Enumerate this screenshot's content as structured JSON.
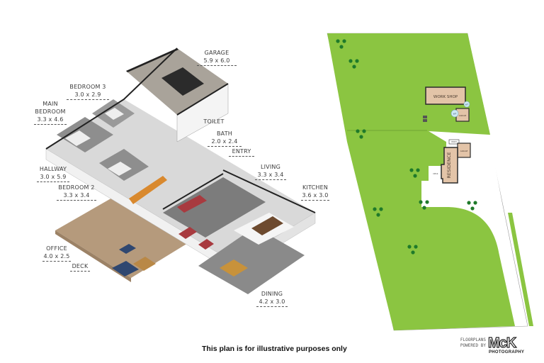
{
  "floorplan": {
    "rooms": [
      {
        "name": "GARAGE",
        "size": "5.9 x 6.0"
      },
      {
        "name": "BEDROOM 3",
        "size": "3.0 x 2.9"
      },
      {
        "name": "MAIN BEDROOM",
        "size": "3.3 x 4.6"
      },
      {
        "name": "TOILET",
        "size": ""
      },
      {
        "name": "BATH",
        "size": "2.0 x 2.4"
      },
      {
        "name": "ENTRY",
        "size": ""
      },
      {
        "name": "HALLWAY",
        "size": "3.0 x 5.9"
      },
      {
        "name": "LIVING",
        "size": "3.3 x 3.4"
      },
      {
        "name": "BEDROOM 2",
        "size": "3.3 x 3.4"
      },
      {
        "name": "KITCHEN",
        "size": "3.6 x 3.0"
      },
      {
        "name": "OFFICE",
        "size": "4.0 x 2.5"
      },
      {
        "name": "DECK",
        "size": ""
      },
      {
        "name": "DINING",
        "size": "4.2 x 3.0"
      }
    ]
  },
  "site_plan": {
    "buildings": [
      {
        "name": "WORK SHOP"
      },
      {
        "name": "GARAGE",
        "id": "shed-garage"
      },
      {
        "name": "RESIDENCE"
      },
      {
        "name": "GARAGE",
        "id": "res-garage"
      },
      {
        "name": "DECK"
      },
      {
        "name": "PORCH"
      }
    ],
    "water_tanks": [
      "WT",
      "WT"
    ],
    "colors": {
      "lawn": "#8bc541",
      "lawn_line": "#6a9a30",
      "tree": "#1f7a2a",
      "building": "#e3c4a8",
      "building_border": "#2b2b2b",
      "tank": "#cfe9f4"
    }
  },
  "footer": {
    "disclaimer": "This plan is for illustrative purposes only",
    "brand_powered_line1": "FLOORPLANS",
    "brand_powered_line2": "POWERED BY",
    "brand_logo": "McK",
    "brand_sub": "PHOTOGRAPHY"
  }
}
